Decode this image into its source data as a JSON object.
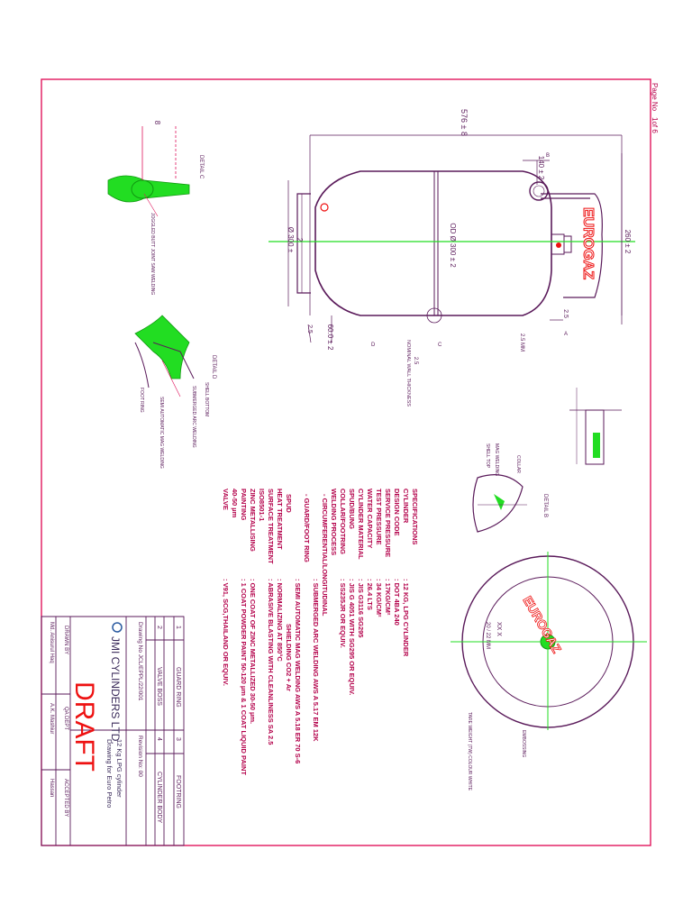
{
  "page": {
    "label": "Page No",
    "number": "1of 6"
  },
  "dims": {
    "overall": "576 ± 8",
    "d140": "140 ± 2",
    "d260": "260 ± 2",
    "od": "OD Ø 300 ± 2",
    "d300": "Ø 300 ±",
    "d2": "2",
    "d60": "60.0 ± 2",
    "d25a": "2.5",
    "d25b": "2.5",
    "d25mm": "2.5 MM",
    "wall_a": "2.5",
    "wall_b": "NOMINAL WALL THICKNESS",
    "d8": "8"
  },
  "labels": {
    "detail_c": "DETAIL C",
    "detail_d": "DETAIL D",
    "detail_b": "DETAIL B",
    "shell_bottom": "SHELL BOTTOM",
    "collar": "COLLAR",
    "shell_top": "SHELL TOP",
    "embossing": "EMBOSSING",
    "tare": "TARE WEIGHT (TW) COLOUR WHITE",
    "sub_arc": "SUBMERGED ARC WELDING",
    "foot_ring": "FOOT RING",
    "mag_weld": "MAG WELDING",
    "semi_auto": "SEMI AUTOMATIC MAG WELDING",
    "joggled": "JOGGLED BUTT JOINT SAW WELDING",
    "brand": "EUROGAZ",
    "brand_plan": "EUROGAZ",
    "plan_a": "XX X",
    "plan_b": "20 / 22 MM",
    "ca": "C",
    "cb": "D",
    "cc": "A",
    "cd": "B"
  },
  "specs": {
    "heading": "SPECIFICATIONS",
    "rows": [
      {
        "k": "CYLINDER",
        "v": ": 12 KG, LPG CYLINDER"
      },
      {
        "k": "DESIGN CODE",
        "v": ": DOT 4BA 240"
      },
      {
        "k": "SERVICE PRESSURE",
        "v": ": 17KG/CM²"
      },
      {
        "k": "TEST PRESSURE",
        "v": ": 34 KG/CM²"
      },
      {
        "k": "WATER CAPACITY",
        "v": ": 26.4 LTS"
      },
      {
        "k": "CYLINDER MATERIAL",
        "v": ": JIS G3116 SG295"
      },
      {
        "k": "SPUD/BUNG",
        "v": ": JIS G 4051 WITH SG295 OR EQUIV."
      },
      {
        "k": "COLLAR/FOOTRING",
        "v": ": SS235JR OR EQUIV."
      },
      {
        "k": "WELDING PROCESS",
        "v": ""
      }
    ],
    "w1": "- CIRCUMFERENTIAL/LONGITUDINAL",
    "w1b": ": SUBMERGED ARC WELDING AWS A 5.17 EM 12K",
    "w2": "- GUARD/FOOT RING",
    "w2b": ": SEMI AUTOMATIC MAG WELDING AWS A 5.18 ER 70 S-6",
    "w3": "SPUD",
    "w3b": "SHIELDING CO2 + Ar",
    "ht": "HEAT TREATMENT",
    "htb": ": NORMALIZING AT 850°C",
    "st": "SURFACE TREATMENT",
    "stb": ": ABRASIVE BLASTING WITH CLEANLINESS SA 2.5",
    "iso": "ISO8501-1",
    "zinc": "ZINC METALLISING",
    "zincb": ": ONE COAT OF ZINC METALLIZED 30-50 µm.",
    "paint": "PAINTING",
    "paintb": ": 1 COAT POWDER PAINT 50-120 µm & 1 COAT LIQUID PAINT",
    "paint2": "40-50 µm",
    "valve": "VALVE",
    "valveb": ": V91, SCG,THAILAND OR EQUIV."
  },
  "title_block": {
    "parts": [
      {
        "no": "1",
        "name": "GUARD RING"
      },
      {
        "no": "3",
        "name": "FOOTRING"
      },
      {
        "no": "2",
        "name": "VALVE BOSS"
      },
      {
        "no": "4",
        "name": "CYLINDER BODY"
      }
    ],
    "company": "JMI CYLINDERS LTD.",
    "drawing_no": "Drawing No JCL/EPPL/22/001",
    "revision": "Revision No: 00",
    "title1": "12 Kg LPG cylinder",
    "title2": "Drawing for Euro Petro",
    "draft": "DRAFT",
    "drawn_label": "DRAWN BY",
    "drawn_name": "Md. Anisurul Haq",
    "qa_label": "QA DEPT",
    "qa_name": "A.K. Mashiur",
    "acc_label": "ACCEPTED BY",
    "acc_name": "Hassan"
  },
  "colors": {
    "border": "#e0155c",
    "outline": "#5a1a5a",
    "magenta": "#e0155c",
    "green": "#22dd22",
    "red": "#ee1111",
    "text": "#b3004a"
  }
}
